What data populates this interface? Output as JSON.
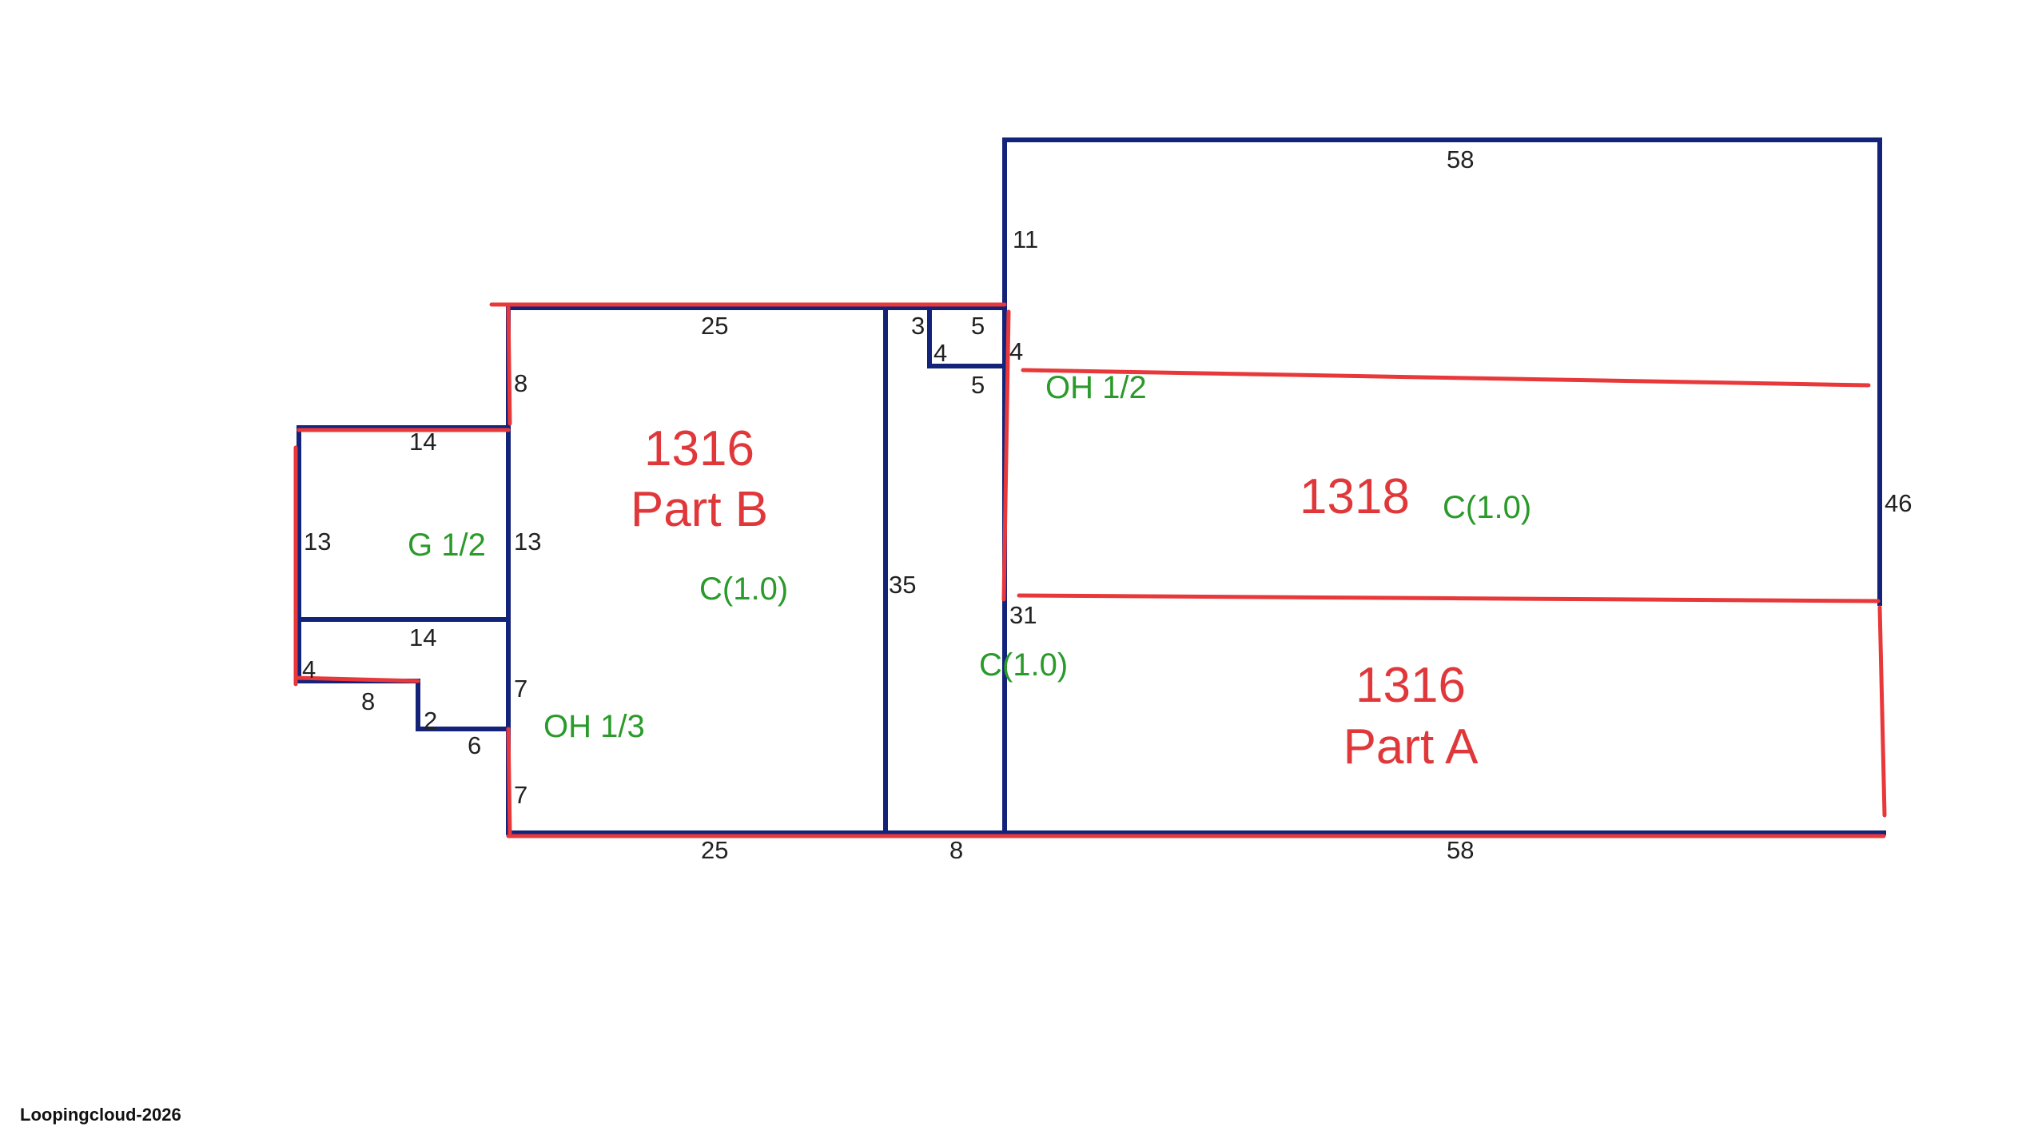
{
  "sketch": {
    "dimensions": {
      "top_main": "58",
      "top_mid": "11",
      "top_partb": "25",
      "small_3": "3",
      "small_5_top": "5",
      "small_4_left": "4",
      "small_4_right": "4",
      "small_5_bottom": "5",
      "partb_8": "8",
      "garage_top": "14",
      "garage_left": "13",
      "garage_right": "13",
      "garage_bottom": "14",
      "step_4": "4",
      "step_8": "8",
      "step_2": "2",
      "step_6": "6",
      "oh_7_top": "7",
      "oh_7_bottom": "7",
      "mid_35": "35",
      "mid_31": "31",
      "right_46": "46",
      "bottom_partb": "25",
      "bottom_mid": "8",
      "bottom_main": "58"
    },
    "codes": {
      "oh_half": "OH 1/2",
      "garage": "G 1/2",
      "partb_c": "C(1.0)",
      "oh_third": "OH 1/3",
      "mid_c": "C(1.0)",
      "unit_1318_c": "C(1.0)"
    },
    "areas": {
      "part_b_number": "1316",
      "part_b_label": "Part B",
      "unit_1318": "1318",
      "part_a_number": "1316",
      "part_a_label": "Part A"
    }
  },
  "footer": {
    "watermark": "Loopingcloud-2026"
  },
  "colors": {
    "wall": "#14237a",
    "redline": "#e8383a",
    "code": "#2a9a2a",
    "area": "#e0383a"
  }
}
